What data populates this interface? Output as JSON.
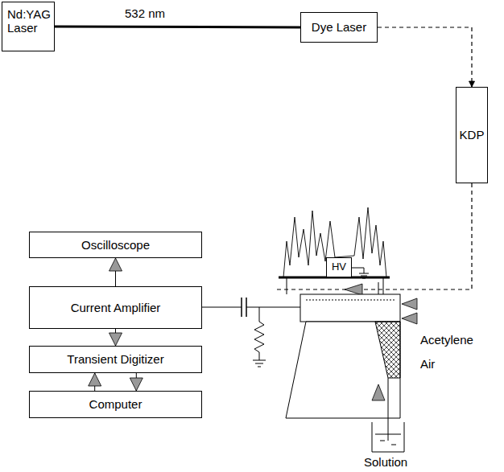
{
  "diagram": {
    "nodes": [
      {
        "text": [
          "Nd:YAG Laser"
        ]
      },
      {
        "text": [
          "Dye Laser"
        ]
      },
      {
        "text": [
          "KDP"
        ]
      },
      {
        "text": [
          "HV"
        ]
      },
      {
        "text": [
          "Oscilloscope"
        ]
      },
      {
        "text": [
          "Current Amplifier"
        ]
      },
      {
        "text": [
          "Transient Digitizer"
        ]
      },
      {
        "text": [
          "Computer"
        ]
      }
    ],
    "edges": [
      {
        "from": 0,
        "to": 1,
        "label": "532 nm",
        "arrow": "none"
      },
      {
        "from": 1,
        "to": 2,
        "arrow": "to"
      },
      {
        "from": 5,
        "to": 4,
        "arrow": "to"
      },
      {
        "from": 5,
        "to": 6,
        "arrow": "to"
      },
      {
        "from": 6,
        "to": 7,
        "arrow": "to"
      },
      {
        "from": 7,
        "to": 6,
        "arrow": "to"
      }
    ],
    "labels": [
      "Acetylene",
      "Air",
      "Solution"
    ]
  }
}
